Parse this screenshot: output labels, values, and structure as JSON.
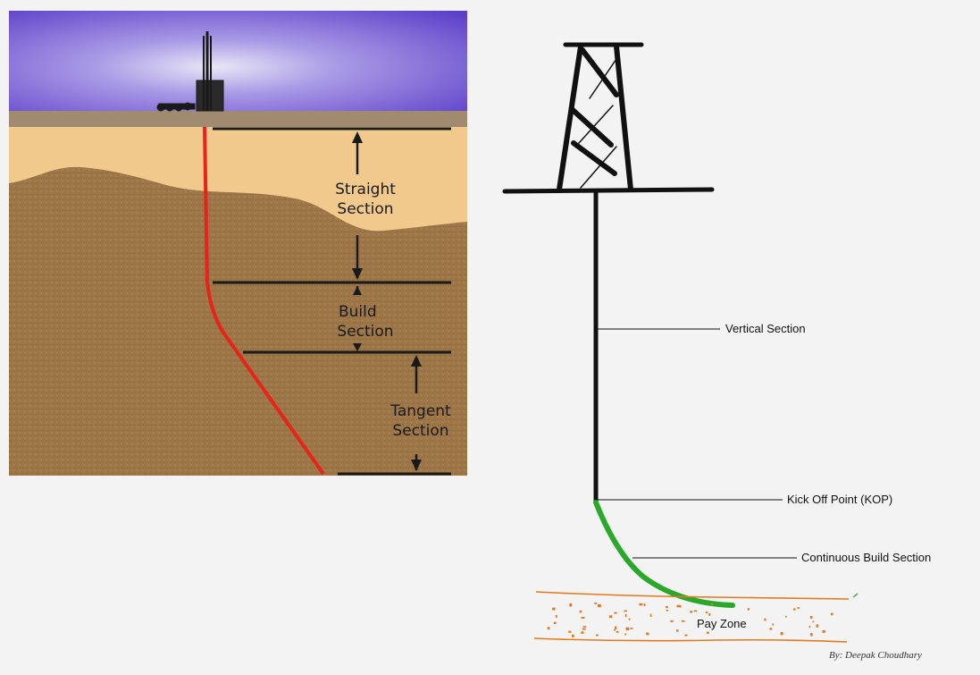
{
  "left_diagram": {
    "sections": [
      {
        "line1": "Straight",
        "line2": "Section"
      },
      {
        "line1": "Build",
        "line2": "Section"
      },
      {
        "line1": "Tangent",
        "line2": "Section"
      }
    ]
  },
  "right_diagram": {
    "labels": {
      "vertical": "Vertical Section",
      "kop": "Kick Off Point (KOP)",
      "build": "Continuous Build Section",
      "payzone": "Pay Zone"
    },
    "credit": "By: Deepak Choudhary"
  },
  "colors": {
    "sky": "#7a64d6",
    "ground_top": "#f2c98c",
    "ground_bottom": "#9a7443",
    "well_red": "#e8231b",
    "build_green": "#2aa82a",
    "payzone_orange": "#e07a22"
  }
}
